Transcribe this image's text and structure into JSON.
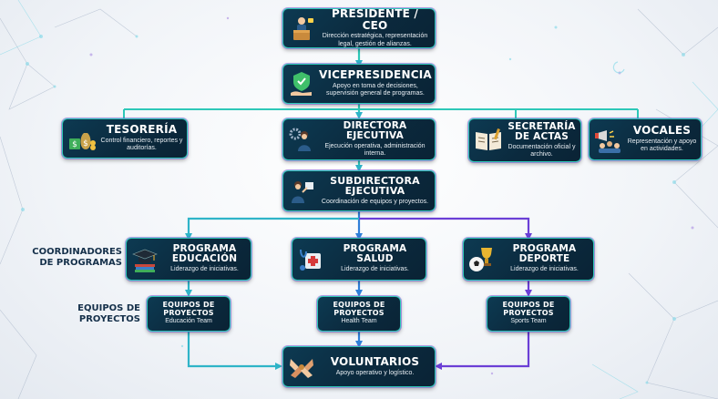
{
  "nodes": {
    "presidente": {
      "title": "PRESIDENTE / CEO",
      "desc": "Dirección estratégica, representación legal, gestión de alianzas."
    },
    "vicepresidencia": {
      "title": "VICEPRESIDENCIA",
      "desc": "Apoyo en toma de decisiones, supervisión general de programas."
    },
    "tesoreria": {
      "title": "TESORERÍA",
      "desc": "Control financiero, reportes y auditorías."
    },
    "directora": {
      "title": "DIRECTORA EJECUTIVA",
      "desc": "Ejecución operativa, administración interna."
    },
    "secretaria": {
      "title": "SECRETARÍA DE ACTAS",
      "desc": "Documentación oficial y archivo."
    },
    "vocales": {
      "title": "VOCALES",
      "desc": "Representación y apoyo en actividades."
    },
    "subdirectora": {
      "title": "SUBDIRECTORA EJECUTIVA",
      "desc": "Coordinación de equipos y proyectos."
    },
    "prog_educacion": {
      "title": "PROGRAMA EDUCACIÓN",
      "desc": "Liderazgo de iniciativas."
    },
    "prog_salud": {
      "title": "PROGRAMA SALUD",
      "desc": "Liderazgo de iniciativas."
    },
    "prog_deporte": {
      "title": "PROGRAMA DEPORTE",
      "desc": "Liderazgo de iniciativas."
    },
    "eq_educacion": {
      "title": "EQUIPOS DE PROYECTOS",
      "desc": "Educación Team"
    },
    "eq_salud": {
      "title": "EQUIPOS DE PROYECTOS",
      "desc": "Health Team"
    },
    "eq_deporte": {
      "title": "EQUIPOS DE PROYECTOS",
      "desc": "Sports Team"
    },
    "voluntarios": {
      "title": "VOLUNTARIOS",
      "desc": "Apoyo operativo y logístico."
    }
  },
  "side_labels": {
    "coordinadores": "COORDINADORES DE PROGRAMAS",
    "equipos": "EQUIPOS DE PROYECTOS"
  },
  "colors": {
    "teal": "#2ec8b8",
    "purple": "#6b3fd6",
    "blue": "#2f7fd8",
    "box": "#0b2a3e"
  }
}
